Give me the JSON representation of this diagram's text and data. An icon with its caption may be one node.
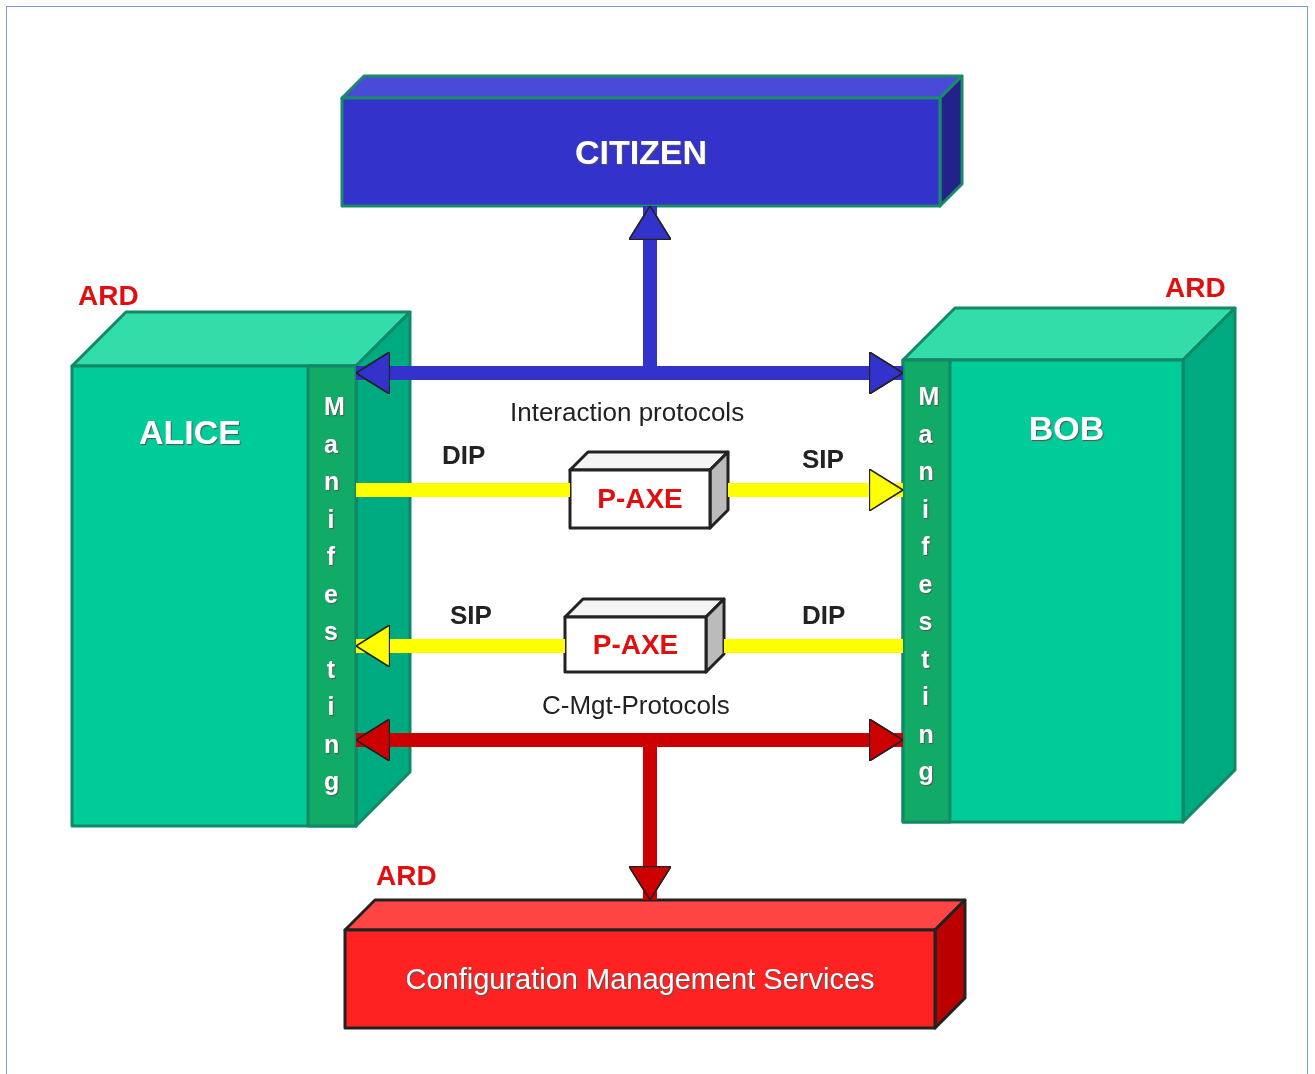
{
  "diagram": {
    "nodes": [
      {
        "text": [
          "CITIZEN"
        ]
      },
      {
        "text": [
          "ALICE"
        ],
        "beside": [
          "ARD"
        ]
      },
      {
        "text": [
          "Manifesting"
        ],
        "in": 1
      },
      {
        "text": [
          "P-AXE"
        ]
      },
      {
        "text": [
          "P-AXE"
        ]
      },
      {
        "text": [
          "BOB"
        ],
        "beside": [
          "ARD"
        ]
      },
      {
        "text": [
          "Manifesting"
        ],
        "in": 5
      },
      {
        "text": [
          "Configuration Management Services"
        ],
        "beside": [
          "ARD"
        ]
      }
    ],
    "edges": [
      {
        "from": 2,
        "to": 6,
        "arrow": "both",
        "label": "Interaction protocols",
        "color": "#3333cc"
      },
      {
        "from": 2,
        "to": 0,
        "arrow": "both",
        "color": "#3333cc"
      },
      {
        "from": 6,
        "to": 0,
        "arrow": "both",
        "color": "#3333cc"
      },
      {
        "from": 2,
        "to": 3,
        "arrow": "none",
        "label": "DIP",
        "color": "#ffff00"
      },
      {
        "from": 3,
        "to": 6,
        "arrow": "to",
        "label": "SIP",
        "color": "#ffff00"
      },
      {
        "from": 6,
        "to": 4,
        "arrow": "none",
        "label": "DIP",
        "color": "#ffff00"
      },
      {
        "from": 4,
        "to": 2,
        "arrow": "to",
        "label": "SIP",
        "color": "#ffff00"
      },
      {
        "from": 2,
        "to": 6,
        "arrow": "both",
        "label": "C-Mgt-Protocols",
        "color": "#cc0000"
      },
      {
        "from": 2,
        "to": 7,
        "arrow": "both",
        "color": "#cc0000"
      },
      {
        "from": 6,
        "to": 7,
        "arrow": "both",
        "color": "#cc0000"
      }
    ]
  }
}
